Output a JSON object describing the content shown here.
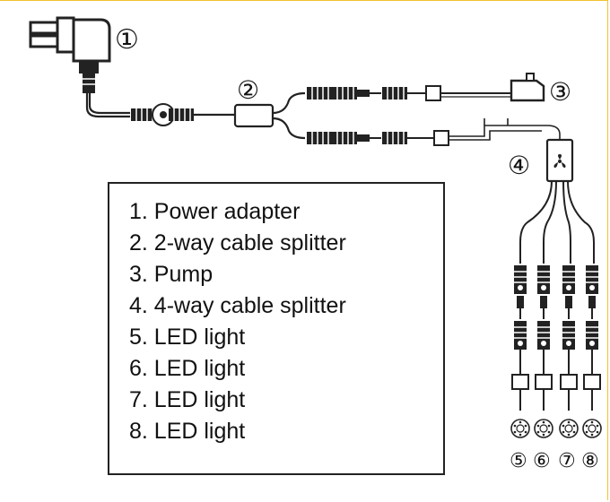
{
  "callouts": {
    "c1": "①",
    "c2": "②",
    "c3": "③",
    "c4": "④",
    "c5": "⑤",
    "c6": "⑥",
    "c7": "⑦",
    "c8": "⑧"
  },
  "legend": {
    "items": [
      "1. Power adapter",
      "2. 2-way cable splitter",
      "3. Pump",
      "4. 4-way cable splitter",
      "5. LED light",
      "6. LED light",
      "7. LED light",
      "8. LED light"
    ]
  },
  "icons": {
    "connector_symbol": "fan-icon"
  },
  "colors": {
    "frame": "#f2c230",
    "line": "#222222"
  }
}
